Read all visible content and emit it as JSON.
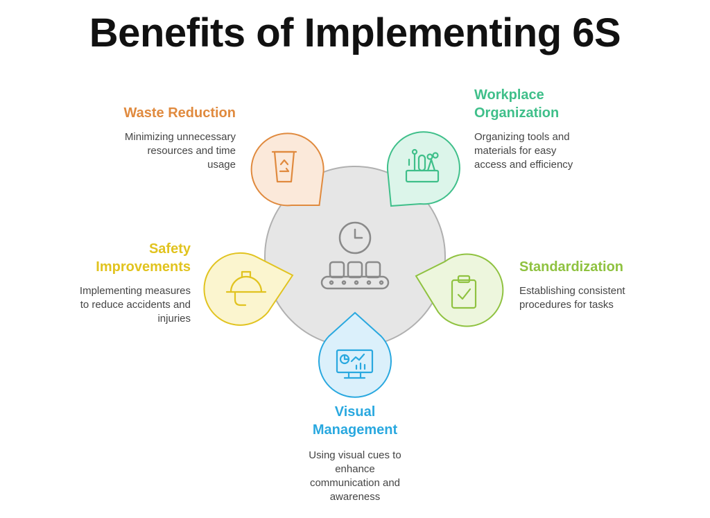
{
  "title": "Benefits of Implementing 6S",
  "colors": {
    "waste": "#e08a3e",
    "workplace": "#3fbf8a",
    "safety": "#e1c31f",
    "standard": "#8fc240",
    "visual": "#29a8df",
    "center": "#8a8a8a",
    "text": "#444444"
  },
  "center_icon": "clock-conveyor-icon",
  "items": [
    {
      "key": "waste",
      "title": "Waste Reduction",
      "description": [
        "Minimizing unnecessary",
        "resources and time",
        "usage"
      ],
      "icon": "recycle-bin-icon"
    },
    {
      "key": "workplace",
      "title": [
        "Workplace",
        "Organization"
      ],
      "description": [
        "Organizing tools and",
        "materials for easy",
        "access and efficiency"
      ],
      "icon": "tool-holder-icon"
    },
    {
      "key": "safety",
      "title": [
        "Safety",
        "Improvements"
      ],
      "description": [
        "Implementing measures",
        "to reduce accidents and",
        "injuries"
      ],
      "icon": "hard-hat-icon"
    },
    {
      "key": "standard",
      "title": "Standardization",
      "description": [
        "Establishing consistent",
        "procedures for tasks"
      ],
      "icon": "clipboard-check-icon"
    },
    {
      "key": "visual",
      "title": [
        "Visual",
        "Management"
      ],
      "description": [
        "Using visual cues to",
        "enhance",
        "communication and",
        "awareness"
      ],
      "icon": "monitor-dashboard-icon"
    }
  ]
}
